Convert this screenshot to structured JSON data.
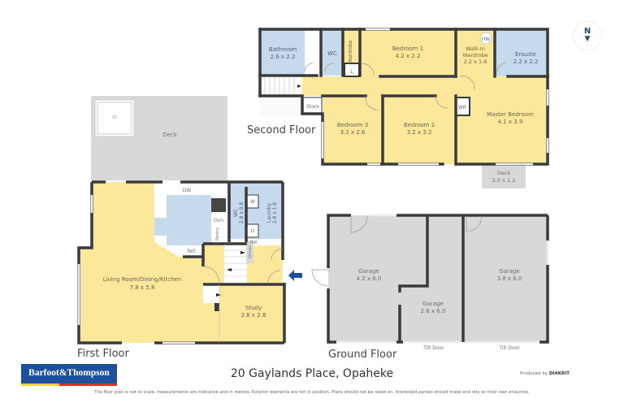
{
  "plan": {
    "address": "20 Gaylands Place, Opaheke",
    "disclaimer": "The floor plan is not to scale, measurements are indicative and in metres. Exterior elements are not in position. Plans should not be relied on. Interested parties should make and rely on their own enquiries.",
    "produced_by_prefix": "Produced by ",
    "produced_by_brand": "DIAKRIT",
    "agency_logo": "Barfoot&Thompson",
    "compass": {
      "label": "N",
      "icon": "north-arrow-icon"
    },
    "colors": {
      "living": "#fbe89a",
      "wet": "#c5daec",
      "exterior": "#d8d8d8",
      "wall": "#3a3a3a",
      "entry_arrow": "#1d4f9c"
    }
  },
  "floors": {
    "second": {
      "label": "Second Floor",
      "rooms": [
        {
          "name": "Bathroom",
          "dims": "2.6 x 2.2"
        },
        {
          "name": "WC",
          "dims": ""
        },
        {
          "name": "Wardrobe",
          "dims": ""
        },
        {
          "name": "Bedroom 1",
          "dims": "4.2 x 2.2"
        },
        {
          "name": "Walk-In Wardrobe",
          "dims": "2.2 x 1.6"
        },
        {
          "name": "Ensuite",
          "dims": "2.2 x 2.2"
        },
        {
          "name": "Bedroom 3",
          "dims": "3.2 x 2.6"
        },
        {
          "name": "Bedroom 2",
          "dims": "3.2 x 3.2"
        },
        {
          "name": "Master Bedroom",
          "dims": "4.1 x 3.9"
        },
        {
          "name": "Deck",
          "dims": "2.0 x 1.2"
        }
      ],
      "fixtures": [
        "L",
        "HW",
        "Store",
        "WR"
      ]
    },
    "first": {
      "label": "First Floor",
      "rooms": [
        {
          "name": "Deck",
          "dims": ""
        },
        {
          "name": "Living Room/Dining/Kitchen",
          "dims": "7.8 x 5.8"
        },
        {
          "name": "WC",
          "dims": "2.8 x 0.8"
        },
        {
          "name": "Laundry",
          "dims": "2.8 x 1.6"
        },
        {
          "name": "Study",
          "dims": "2.8 x 2.8"
        }
      ],
      "fixtures": [
        "DW",
        "Ovn",
        "Pantry",
        "Ref.",
        "W",
        "D",
        "HW",
        "Storage"
      ]
    },
    "ground": {
      "label": "Ground Floor",
      "rooms": [
        {
          "name": "Garage",
          "dims": "4.2 x 6.0"
        },
        {
          "name": "Garage",
          "dims": "2.6 x 6.0"
        },
        {
          "name": "Garage",
          "dims": "3.8 x 6.0"
        }
      ],
      "doors": [
        "Tilt Door",
        "Tilt Door"
      ]
    }
  }
}
